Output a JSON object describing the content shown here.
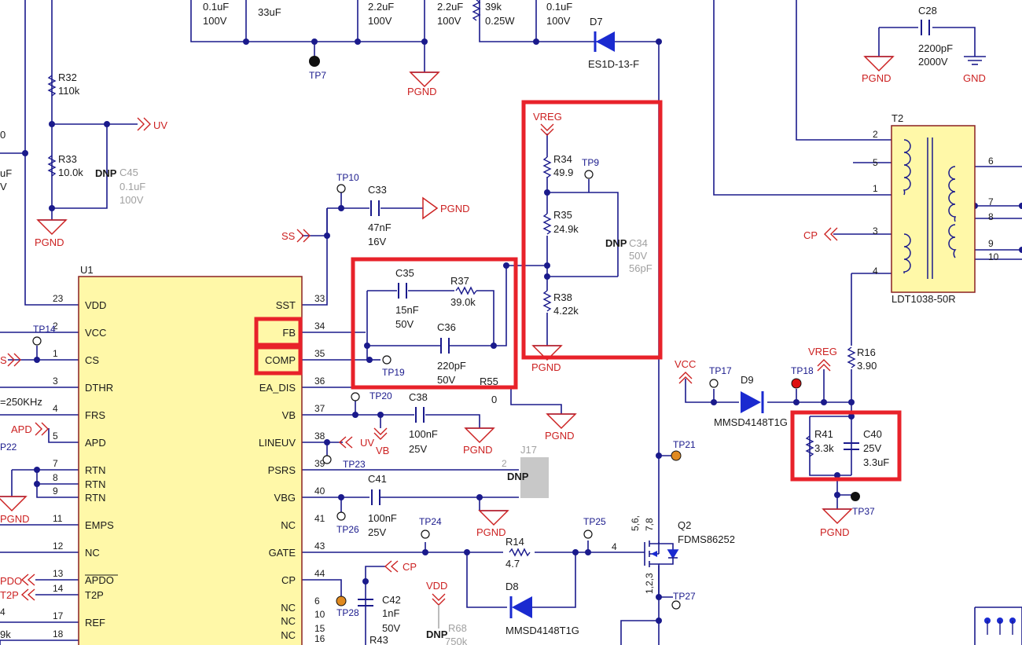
{
  "colors": {
    "wire": "#1a1a8c",
    "label": "#1a1a1a",
    "net_red": "#cc2222",
    "highlight": "#e8222a",
    "ic_fill": "#fff8a8",
    "dnp_grey": "#a0a0a0",
    "tp_orange": "#e08a20",
    "tp_red": "#dd1111",
    "diode_blue": "#1a2ad0"
  },
  "top_caps": {
    "c1": {
      "value": "0.1uF",
      "voltage": "100V"
    },
    "c2": {
      "value": "33uF"
    },
    "c3": {
      "value": "2.2uF",
      "voltage": "100V"
    },
    "c4": {
      "value": "2.2uF",
      "voltage": "100V"
    },
    "r_top": {
      "value": "39k",
      "power": "0.25W"
    },
    "c5": {
      "value": "0.1uF",
      "voltage": "100V"
    }
  },
  "top_left": {
    "r32": {
      "ref": "R32",
      "value": "110k"
    },
    "r33": {
      "ref": "R33",
      "value": "10.0k"
    },
    "uv_label": "UV",
    "c45": {
      "dnp": "DNP",
      "ref": "C45",
      "value": "0.1uF",
      "voltage": "100V"
    },
    "pgnd": "PGND",
    "edge_0": "0",
    "edge_uf": "uF",
    "edge_v": "V"
  },
  "tp7": "TP7",
  "pgnd_top": "PGND",
  "d7": {
    "ref": "D7",
    "part": "ES1D-13-F"
  },
  "c28": {
    "ref": "C28",
    "value": "2200pF",
    "voltage": "2000V",
    "pgnd": "PGND",
    "gnd": "GND"
  },
  "t2": {
    "ref": "T2",
    "part": "LDT1038-50R",
    "pins_left": [
      "2",
      "5",
      "1",
      "3",
      "4"
    ],
    "pins_right": [
      "6",
      "7",
      "8",
      "9",
      "10"
    ],
    "cp_label": "CP"
  },
  "feedback": {
    "vreg": "VREG",
    "r34": {
      "ref": "R34",
      "value": "49.9"
    },
    "tp9": "TP9",
    "r35": {
      "ref": "R35",
      "value": "24.9k"
    },
    "c34": {
      "dnp": "DNP",
      "ref": "C34",
      "voltage": "50V",
      "value": "56pF"
    },
    "r38": {
      "ref": "R38",
      "value": "4.22k"
    },
    "pgnd": "PGND"
  },
  "ss_section": {
    "tp10": "TP10",
    "c33": {
      "ref": "C33",
      "value": "47nF",
      "voltage": "16V"
    },
    "pgnd": "PGND",
    "ss": "SS"
  },
  "comp": {
    "c35": {
      "ref": "C35",
      "value": "15nF",
      "voltage": "50V"
    },
    "r37": {
      "ref": "R37",
      "value": "39.0k"
    },
    "c36": {
      "ref": "C36",
      "value": "220pF",
      "voltage": "50V"
    },
    "tp19": "TP19",
    "r55": {
      "ref": "R55",
      "value": "0"
    }
  },
  "u1": {
    "ref": "U1",
    "left_pins": [
      {
        "num": "23",
        "name": "VDD"
      },
      {
        "num": "2",
        "name": "VCC"
      },
      {
        "num": "1",
        "name": "CS"
      },
      {
        "num": "3",
        "name": "DTHR"
      },
      {
        "num": "4",
        "name": "FRS"
      },
      {
        "num": "5",
        "name": "APD"
      },
      {
        "num": "7",
        "name": "RTN"
      },
      {
        "num": "8",
        "name": "RTN"
      },
      {
        "num": "9",
        "name": "RTN"
      },
      {
        "num": "11",
        "name": "EMPS"
      },
      {
        "num": "12",
        "name": "NC"
      },
      {
        "num": "13",
        "name": "APDO"
      },
      {
        "num": "14",
        "name": "T2P"
      },
      {
        "num": "17",
        "name": "REF"
      },
      {
        "num": "18",
        "name": ""
      }
    ],
    "right_pins": [
      {
        "num": "33",
        "name": "SST"
      },
      {
        "num": "34",
        "name": "FB"
      },
      {
        "num": "35",
        "name": "COMP"
      },
      {
        "num": "36",
        "name": "EA_DIS"
      },
      {
        "num": "37",
        "name": "VB"
      },
      {
        "num": "38",
        "name": "LINEUV"
      },
      {
        "num": "39",
        "name": "PSRS"
      },
      {
        "num": "40",
        "name": "VBG"
      },
      {
        "num": "41",
        "name": "NC"
      },
      {
        "num": "43",
        "name": "GATE"
      },
      {
        "num": "44",
        "name": "CP"
      },
      {
        "num": "6",
        "name": "NC"
      },
      {
        "num": "10",
        "name": "NC"
      },
      {
        "num": "15",
        "name": "NC"
      },
      {
        "num": "16",
        "name": ""
      }
    ]
  },
  "left_side": {
    "tp14": "TP14",
    "s": "S",
    "freq": "=250KHz",
    "apd": "APD",
    "tp22": "P22",
    "pgnd": "PGND",
    "apdo": "PDO",
    "t2p": "T2P",
    "num4": "4",
    "r9k": "9k"
  },
  "middle": {
    "tp20": "TP20",
    "c38": {
      "ref": "C38",
      "value": "100nF",
      "voltage": "25V"
    },
    "pgnd_c38": "PGND",
    "pgnd_r55": "PGND",
    "uv": "UV",
    "vb": "VB",
    "tp23": "TP23",
    "j17": {
      "ref": "J17",
      "pin": "2",
      "dnp": "DNP"
    },
    "c41": {
      "ref": "C41",
      "value": "100nF",
      "voltage": "25V"
    },
    "tp26": "TP26",
    "pgnd_c41": "PGND",
    "tp24": "TP24",
    "r14": {
      "ref": "R14",
      "value": "4.7"
    },
    "tp25": "TP25",
    "d8": {
      "ref": "D8",
      "part": "MMSD4148T1G"
    },
    "cp": "CP",
    "c42": {
      "ref": "C42",
      "value": "1nF",
      "voltage": "50V"
    },
    "tp28": "TP28",
    "r43": "R43",
    "vdd": "VDD",
    "r68": {
      "dnp": "DNP",
      "ref": "R68",
      "value": "750k"
    }
  },
  "right_mid": {
    "vcc": "VCC",
    "tp17": "TP17",
    "d9": {
      "ref": "D9",
      "part": "MMSD4148T1G"
    },
    "tp18": "TP18",
    "vreg": "VREG",
    "r16": {
      "ref": "R16",
      "value": "3.90"
    },
    "r41": {
      "ref": "R41",
      "value": "3.3k"
    },
    "c40": {
      "ref": "C40",
      "voltage": "25V",
      "value": "3.3uF"
    },
    "tp37": "TP37",
    "pgnd": "PGND",
    "tp21": "TP21"
  },
  "q2": {
    "ref": "Q2",
    "part": "FDMS86252",
    "drain_pins": "5,6,",
    "drain_pins2": "7,8",
    "source_pins": "1,2,3",
    "gate_pin": "4",
    "tp27": "TP27"
  }
}
